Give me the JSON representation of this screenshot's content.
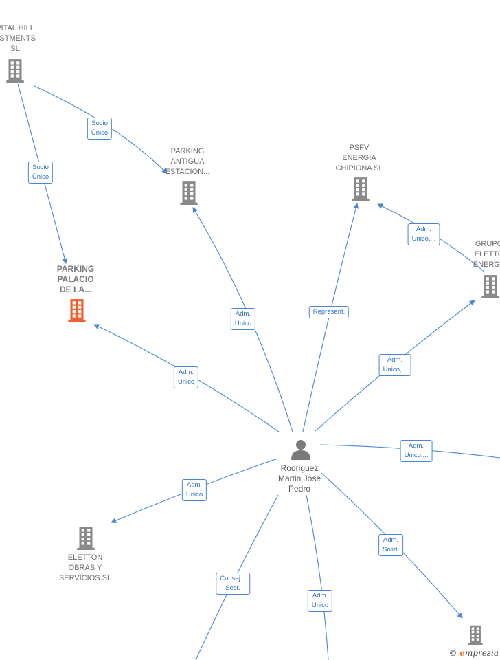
{
  "colors": {
    "edge": "#4a86d4",
    "building": "#8a8a8a",
    "highlight": "#f06030",
    "person": "#7a7a7a"
  },
  "nodes": [
    {
      "id": "capital",
      "label": "PITAL HILL\nESTMENTS\nSL",
      "type": "building"
    },
    {
      "id": "antigua",
      "label": "PARKING\nANTIGUA\nESTACION...",
      "type": "building"
    },
    {
      "id": "psfv",
      "label": "PSFV\nENERGIA\nCHIPIONA  SL",
      "type": "building"
    },
    {
      "id": "grupo",
      "label": "GRUPO\nELETTO\nENERGY",
      "type": "building"
    },
    {
      "id": "palacio",
      "label": "PARKING\nPALACIO\nDE LA...",
      "type": "building-highlight"
    },
    {
      "id": "eletton",
      "label": "ELETTON\nOBRAS Y\nSERVICIOS  SL",
      "type": "building"
    },
    {
      "id": "bottomright",
      "label": "",
      "type": "building"
    },
    {
      "id": "person",
      "label": "Rodriguez\nMartin Jose\nPedro",
      "type": "person"
    }
  ],
  "edges": [
    {
      "from": "capital",
      "to": "antigua",
      "label": "Socio\nÚnico"
    },
    {
      "from": "capital",
      "to": "palacio",
      "label": "Socio\nÚnico"
    },
    {
      "from": "grupo",
      "to": "psfv",
      "label": "Adm.\nUnico,..."
    },
    {
      "from": "person",
      "to": "palacio",
      "label": "Adm.\nUnico"
    },
    {
      "from": "person",
      "to": "antigua",
      "label": "Adm.\nUnico"
    },
    {
      "from": "person",
      "to": "psfv",
      "label": "Represent."
    },
    {
      "from": "person",
      "to": "grupo",
      "label": "Adm.\nUnico,..."
    },
    {
      "from": "person",
      "to": "offscreen-right",
      "label": "Adm.\nUnico,..."
    },
    {
      "from": "person",
      "to": "eletton",
      "label": "Adm.\nUnico"
    },
    {
      "from": "person",
      "to": "bottomright",
      "label": "Adm.\nSolid."
    },
    {
      "from": "person",
      "to": "offscreen-bottom-left",
      "label": "Consej. ,\nSecr."
    },
    {
      "from": "person",
      "to": "offscreen-bottom",
      "label": "Adm.\nUnico"
    }
  ],
  "footer": {
    "copyright": "©",
    "brand_initial": "e",
    "brand_rest": "mpresia"
  }
}
